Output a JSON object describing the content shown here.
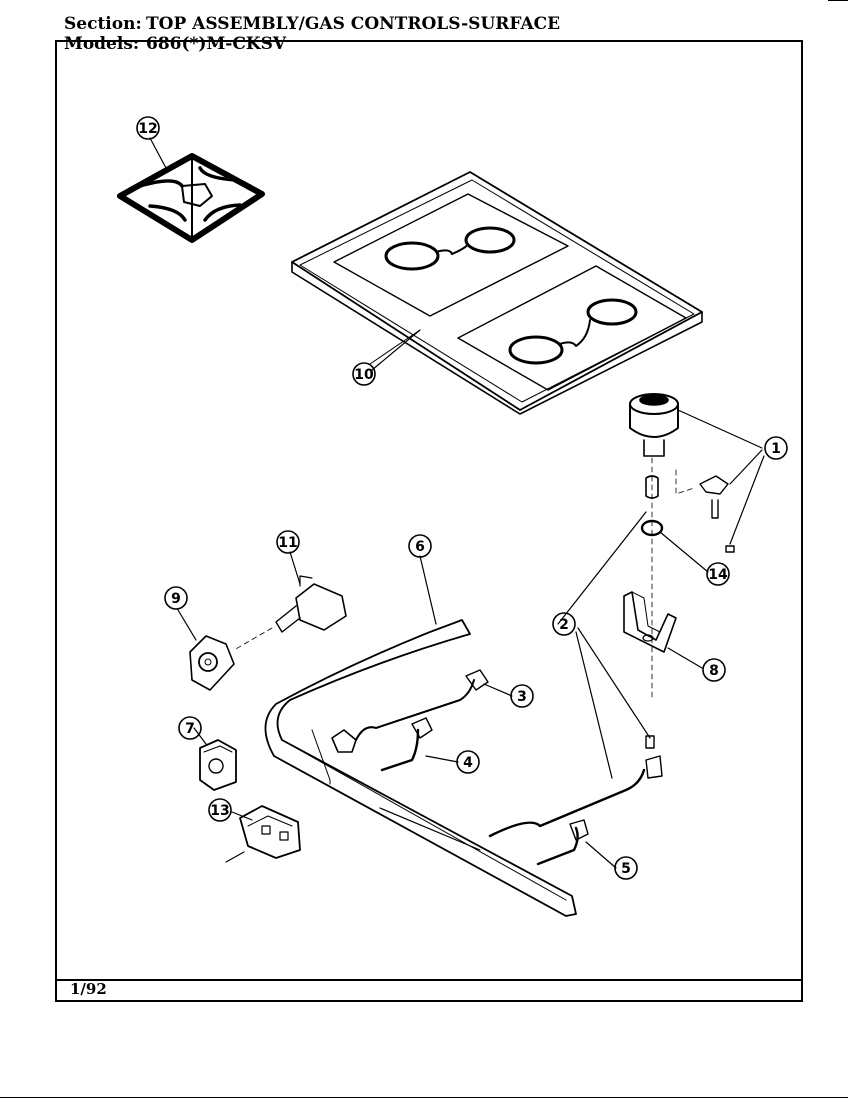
{
  "header": {
    "section_label": "Section:",
    "section_value": "TOP ASSEMBLY/GAS CONTROLS-SURFACE",
    "models_label": "Models:",
    "models_value": "686(*)M-CKSV"
  },
  "footer": {
    "date": "1/92"
  },
  "callouts": [
    "12",
    "10",
    "1",
    "14",
    "11",
    "6",
    "9",
    "2",
    "8",
    "3",
    "7",
    "4",
    "13",
    "5"
  ]
}
